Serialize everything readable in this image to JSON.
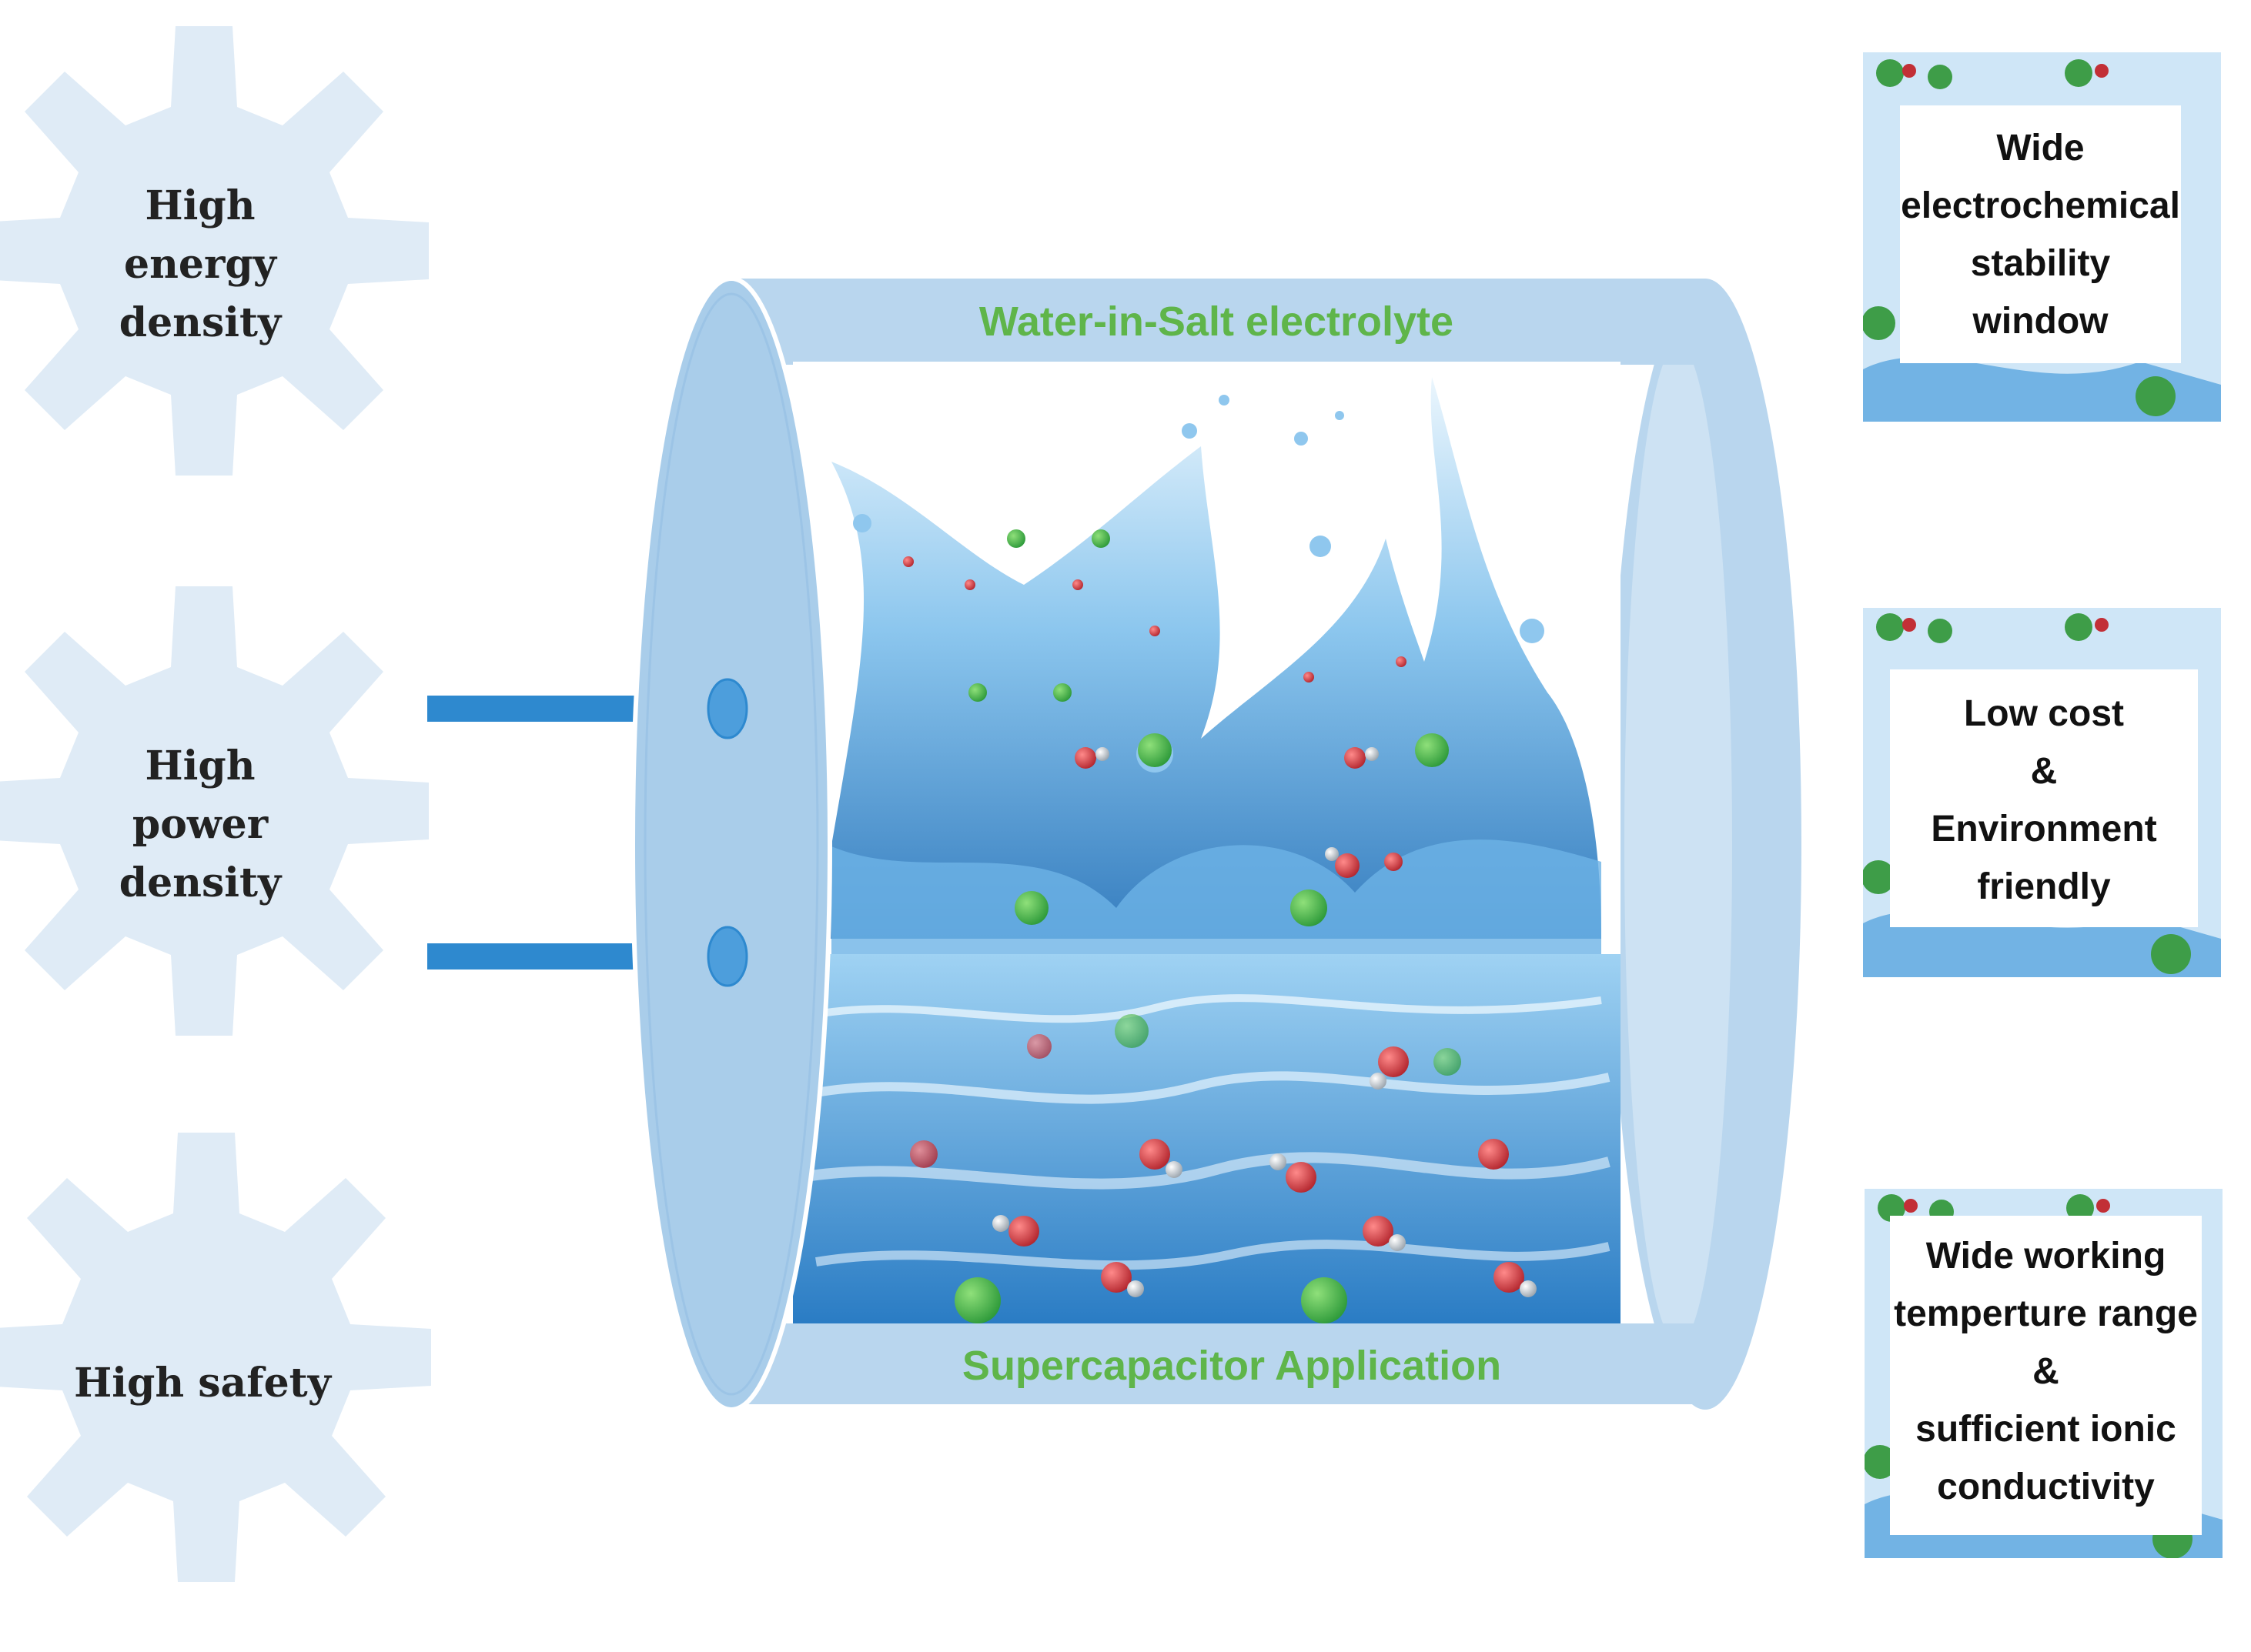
{
  "colors": {
    "gear": "#dfebf6",
    "cylinder": "#b9d6ee",
    "cylinder_dark": "#9cc4e6",
    "label_green": "#5fb54a",
    "connector": "#2e89cf",
    "water": "#4a9fd8"
  },
  "gears": [
    {
      "label": "High\nenergy\ndensity",
      "icon": "gear-icon"
    },
    {
      "label": "High\npower\ndensity",
      "icon": "gear-icon"
    },
    {
      "label": "High safety",
      "icon": "gear-icon"
    }
  ],
  "cylinder": {
    "top_label": "Water-in-Salt electrolyte",
    "bottom_label": "Supercapacitor Application",
    "illustration": "water-splash-with-ions"
  },
  "cards": [
    {
      "lines": [
        "Wide",
        "electrochemical",
        "stability",
        "window"
      ]
    },
    {
      "lines": [
        "Low cost",
        "&",
        "Environment",
        "friendly"
      ]
    },
    {
      "lines": [
        "Wide working",
        "temperture range",
        "&",
        "sufficient ionic",
        "conductivity"
      ]
    }
  ]
}
